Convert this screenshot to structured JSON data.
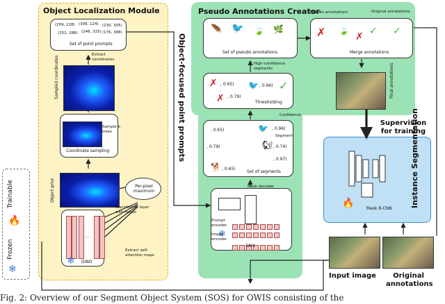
{
  "olm": {
    "title": "Object Localization Module",
    "prompts_coords": [
      "(209, 228)",
      "(306, 124)",
      "(230, 305)",
      "(252, 288)",
      "(246, 325)",
      "(176, 388)"
    ],
    "prompts_label": "Set of point prompts",
    "extract_coords": "Extract coordinates",
    "sampled_coords": "Sampled coordinates",
    "sample_ktrees": "Sample k-trees",
    "coord_sampling": "Coordinate sampling",
    "object_prior": "Object prior",
    "per_pixel_max": "Per-pixel maximum",
    "transformer_layer": "Transformer layer with heads",
    "extract_attn": "Extract self-attention maps",
    "dino": "DINO",
    "dots": "..."
  },
  "side_label": "Object-focused point prompts",
  "pac": {
    "title": "Pseudo Annotations Creator",
    "pseudo_set": "Set of pseudo annotations",
    "merge": "Merge annotations",
    "pseudo_ann": "Pseudo annotations",
    "orig_ann": "Original annotations",
    "high_conf": "High-confidence segments",
    "thresholding": "Thresholding",
    "conf_vals": [
      ", 0.65)",
      ", 0.96)",
      ", 0.79)"
    ],
    "confidence": "Confidence",
    "segment": "Segment",
    "segments_vals": [
      ", 0.65)",
      ", 0.96)",
      ", 0.74)",
      ", 0.79)",
      ", 0.97)",
      ", 0.65)"
    ],
    "set_segments": "Set of segments",
    "final_ann": "Final annotations"
  },
  "sam": {
    "mask_decoder": "Mask decoder",
    "prompt_encoder": "Prompt encoder",
    "image_encoder": "Image encoder",
    "label": "SAM",
    "dots": "..."
  },
  "supervision": "Supervision for training",
  "instance": {
    "title": "Instance Segmentation",
    "model": "Mask R-CNN"
  },
  "inputs": {
    "input_image": "Input image",
    "original_annotations": "Original annotations"
  },
  "legend": {
    "trainable": "Trainable",
    "frozen": "Frozen"
  },
  "caption": "Fig. 2: Overview of our Segment Object System (SOS) for OWIS consisting of the"
}
